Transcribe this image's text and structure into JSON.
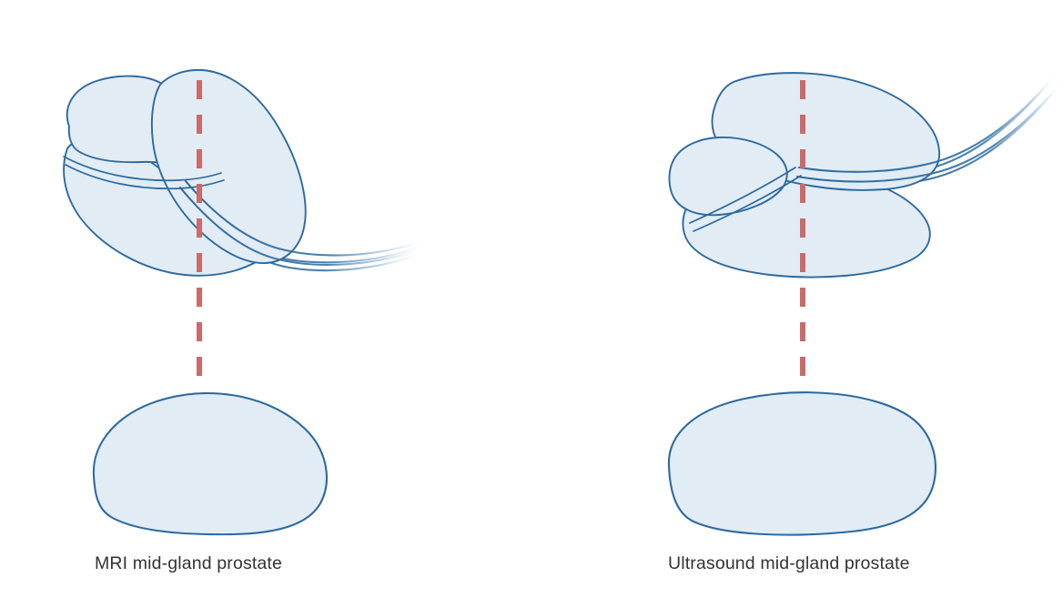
{
  "figure": {
    "title": "MRI and ultrasound mid-gland prostate comparison",
    "background_color": "#ffffff",
    "stroke_color": "#2d6a9f",
    "fill_color": "#e2ecf4",
    "dash_color": "#cc6a6a",
    "caption_color": "#333333"
  },
  "panels": [
    {
      "id": "mri",
      "caption": "MRI mid-gland prostate",
      "organ_name": "prostate-gland-3d",
      "probe_name": "probe-catheter",
      "midline_name": "mid-gland-dashed-midline",
      "cross_section_name": "mid-gland-cross-section"
    },
    {
      "id": "ultrasound",
      "caption": "Ultrasound mid-gland prostate",
      "organ_name": "prostate-gland-3d",
      "probe_name": "probe-catheter",
      "midline_name": "mid-gland-dashed-midline",
      "cross_section_name": "mid-gland-cross-section"
    }
  ],
  "chart_data": {
    "type": "diagram",
    "title": "MRI vs Ultrasound mid-gland prostate",
    "panel_labels": [
      "MRI mid-gland prostate",
      "Ultrasound mid-gland prostate"
    ],
    "elements": [
      "3D prostate gland rendering (upper)",
      "vertical dashed mid-gland plane indicator",
      "2D mid-gland cross-section outline (lower)",
      "imaging probe / catheter tube"
    ]
  }
}
